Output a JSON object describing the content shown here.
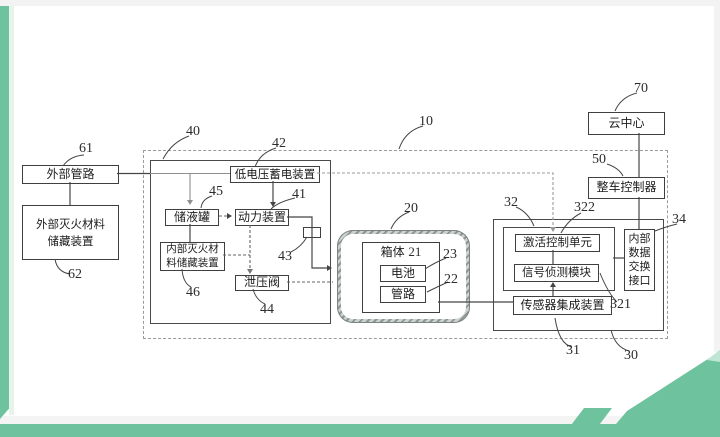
{
  "page": {
    "background": "#ffffff",
    "accent_green": "#6ec39e",
    "accent_green_light": "#bfe5d4",
    "frame_gray": "#f2f3f2",
    "line_color": "#454545"
  },
  "blocks": {
    "external_pipeline": "外部管路",
    "external_storage_l1": "外部灭火材料",
    "external_storage_l2": "储藏装置",
    "low_voltage": "低电压蓄电装置",
    "tank": "储液罐",
    "power": "动力装置",
    "internal_storage_l1": "内部灭火材",
    "internal_storage_l2": "料储藏装置",
    "relief_valve": "泄压阀",
    "box_body": "箱体",
    "battery": "电池",
    "pipe": "管路",
    "activation_unit": "激活控制单元",
    "signal_module": "信号侦测模块",
    "sensor_device": "传感器集成装置",
    "interface_l1": "内部",
    "interface_l2": "数据",
    "interface_l3": "交换",
    "interface_l4": "接口",
    "cloud_center": "云中心",
    "vehicle_controller": "整车控制器"
  },
  "refs": {
    "r10": "10",
    "r20": "20",
    "r21": "21",
    "r22": "22",
    "r23": "23",
    "r30": "30",
    "r31": "31",
    "r32": "32",
    "r34": "34",
    "r40": "40",
    "r41": "41",
    "r42": "42",
    "r43": "43",
    "r44": "44",
    "r45": "45",
    "r46": "46",
    "r50": "50",
    "r61": "61",
    "r62": "62",
    "r70": "70",
    "r321": "321",
    "r322": "322"
  }
}
